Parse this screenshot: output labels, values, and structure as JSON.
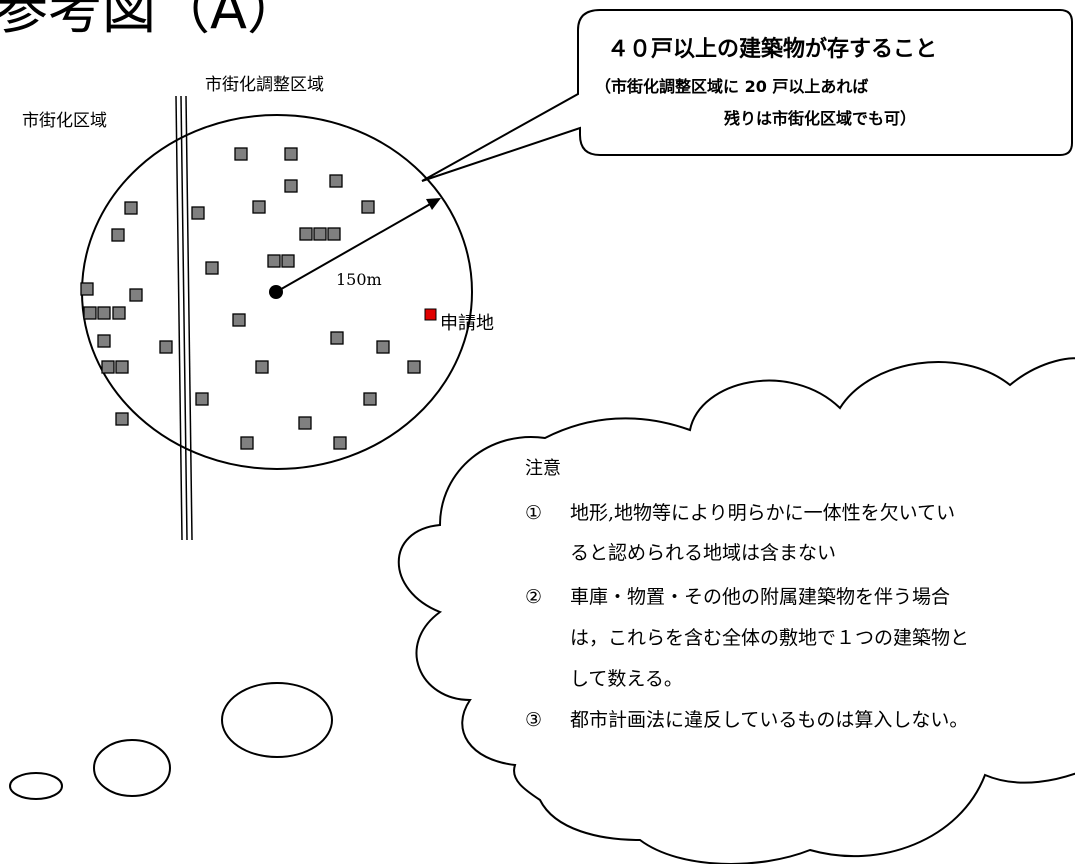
{
  "header": {
    "title": "参考図（A）"
  },
  "map": {
    "label_urbanization_area": "市街化区域",
    "label_urbanization_control_area": "市街化調整区域",
    "radius_label": "150m",
    "site_label": "申請地",
    "colors": {
      "building": "#808080",
      "site": "#e00000",
      "line": "#000000"
    }
  },
  "callout": {
    "line1": "４０戸以上の建築物が存すること",
    "line2": "（市街化調整区域に 20 戸以上あれば",
    "line3": "残りは市街化区域でも可）"
  },
  "notes": {
    "heading": "注意",
    "items": [
      {
        "num": "①",
        "lines": [
          "地形,地物等により明らかに一体性を欠いてい",
          "ると認められる地域は含まない"
        ]
      },
      {
        "num": "②",
        "lines": [
          "車庫・物置・その他の附属建築物を伴う場合",
          "は，これらを含む全体の敷地で１つの建築物と",
          "して数える。"
        ]
      },
      {
        "num": "③",
        "lines": [
          "都市計画法に違反しているものは算入しない。"
        ]
      }
    ]
  }
}
